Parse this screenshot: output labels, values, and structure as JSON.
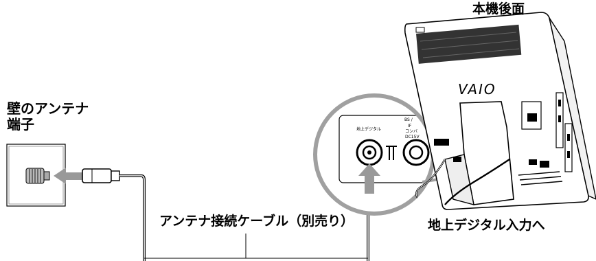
{
  "labels": {
    "wall_jack_line1": "壁のアンテナ",
    "wall_jack_line2": "端子",
    "cable": "アンテナ接続ケーブル（別売り）",
    "terrestrial_input": "地上デジタル入力へ",
    "rear_panel": "本機後面"
  },
  "panel": {
    "terrestrial_port": "地上デジタル",
    "bs_lines": [
      "BS /",
      "IF",
      "コンバ",
      "DC15V"
    ]
  },
  "logo": "VAIO"
}
